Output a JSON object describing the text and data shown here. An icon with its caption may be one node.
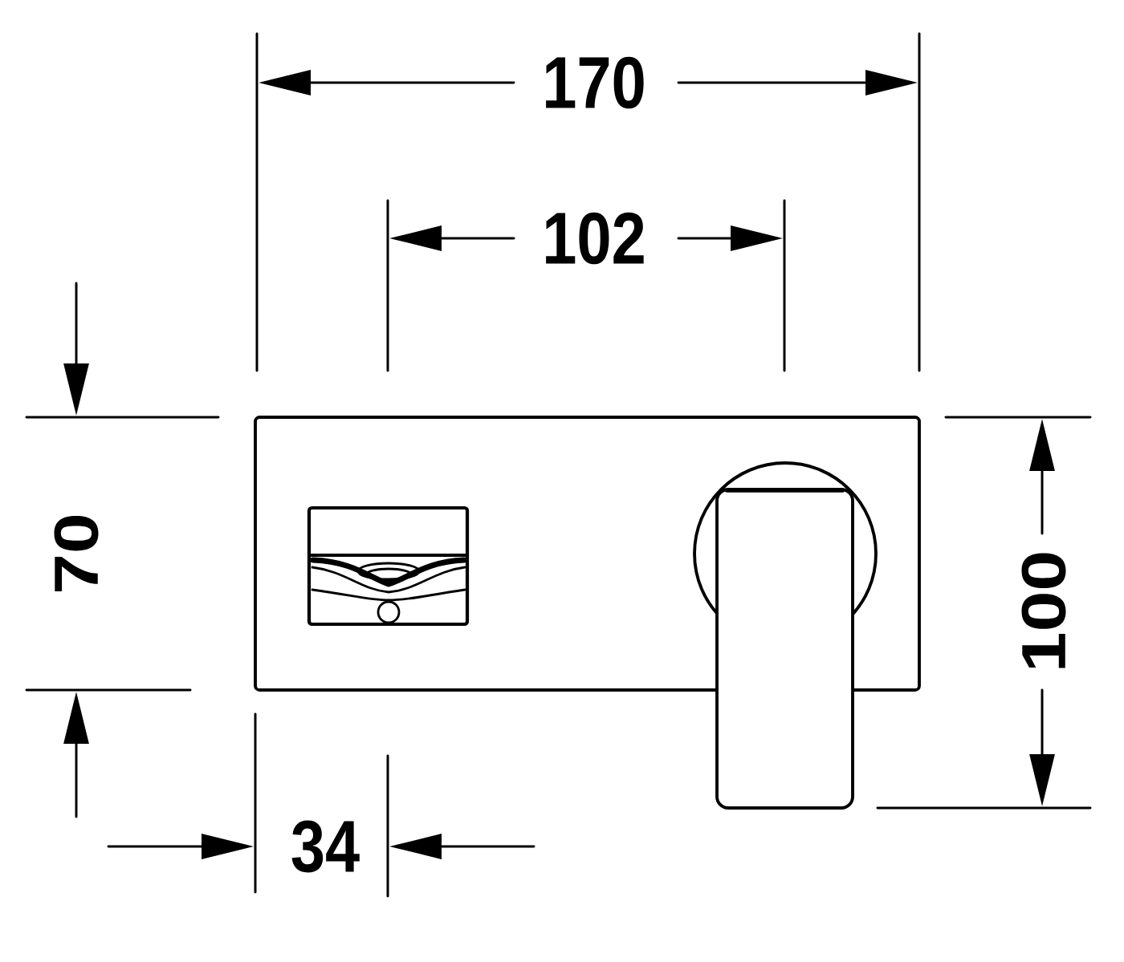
{
  "diagram": {
    "labels": [
      "170",
      "102",
      "70",
      "100",
      "34"
    ]
  }
}
